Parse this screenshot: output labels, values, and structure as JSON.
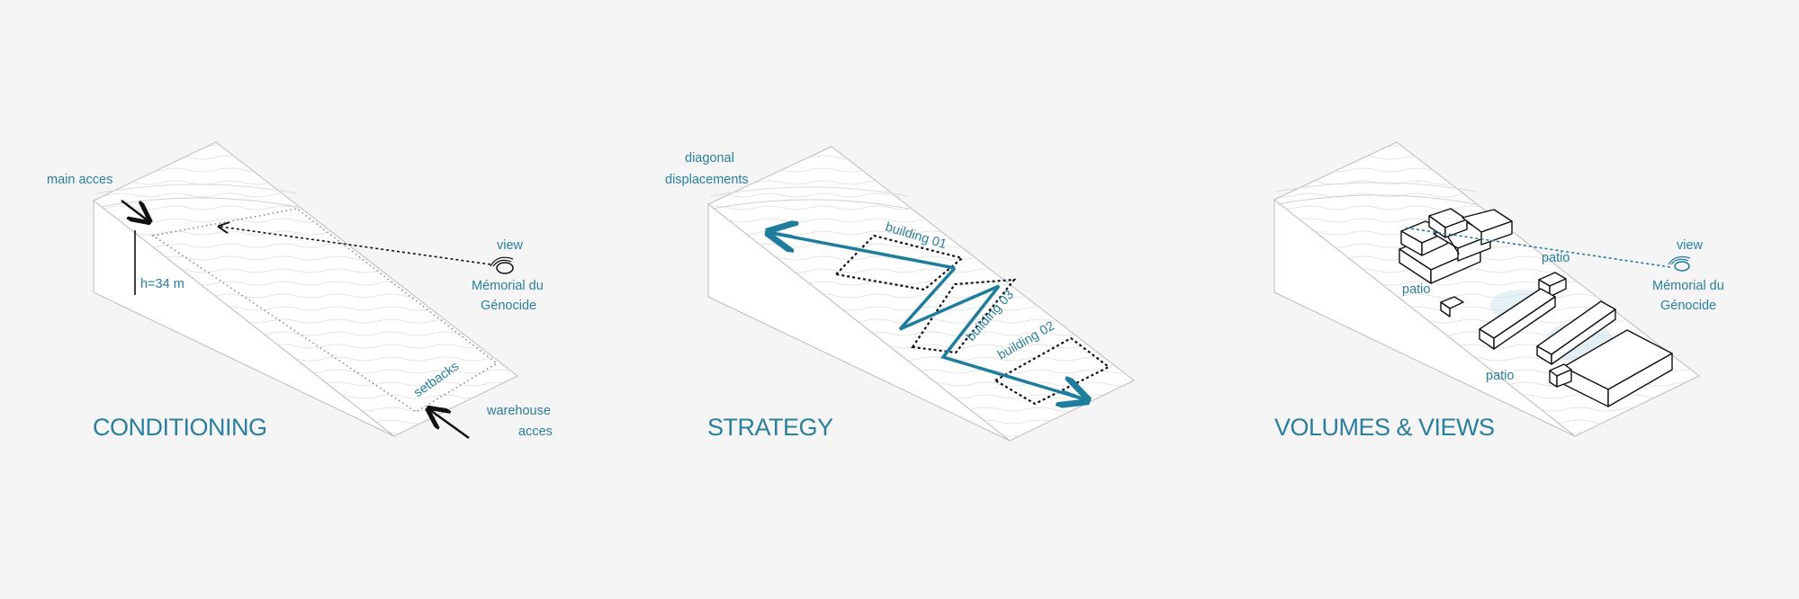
{
  "colors": {
    "accent": "#1e7d9c",
    "background": "#f5f5f5",
    "line": "#999999",
    "dark": "#111111"
  },
  "panels": [
    {
      "title": "CONDITIONING",
      "labels": {
        "main_access": "main acces",
        "height": "h=34 m",
        "view_1": "view",
        "view_2": "Mémorial du",
        "view_3": "Génocide",
        "setbacks": "setbacks",
        "warehouse_1": "warehouse",
        "warehouse_2": "acces"
      }
    },
    {
      "title": "STRATEGY",
      "labels": {
        "diagonal_1": "diagonal",
        "diagonal_2": "displacements",
        "building_01": "building 01",
        "building_03": "building 03",
        "building_02": "building 02"
      }
    },
    {
      "title": "VOLUMES & VIEWS",
      "labels": {
        "view_1": "view",
        "view_2": "Mémorial du",
        "view_3": "Génocide",
        "patio_top": "patio",
        "patio_left": "patio",
        "patio_bottom": "patio"
      }
    }
  ]
}
